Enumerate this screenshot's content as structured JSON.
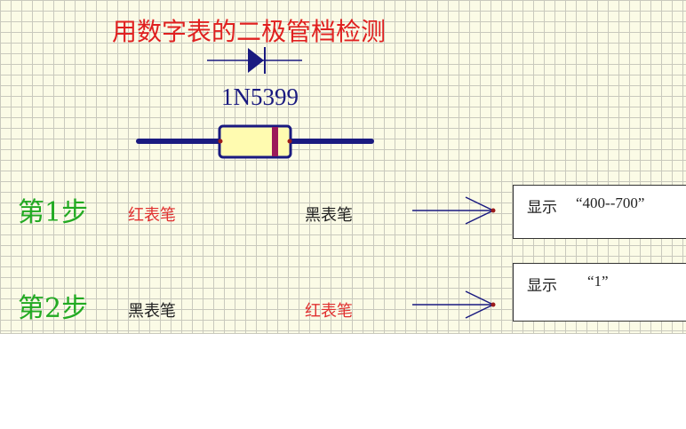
{
  "title": "用数字表的二极管档检测",
  "part_number": "1N5399",
  "colors": {
    "title": "#e02020",
    "part_number": "#1a1a80",
    "step": "#22aa22",
    "red_probe": "#e03030",
    "black_probe": "#222222",
    "wire": "#1a1a80",
    "body": "#fffbb0",
    "band": "#9b1b5a"
  },
  "steps": [
    {
      "label": "第1步",
      "left_probe": "红表笔",
      "right_probe": "黑表笔",
      "display_label": "显示",
      "display_value": "“400--700”"
    },
    {
      "label": "第2步",
      "left_probe": "黑表笔",
      "right_probe": "红表笔",
      "display_label": "显示",
      "display_value": "“1”"
    }
  ]
}
